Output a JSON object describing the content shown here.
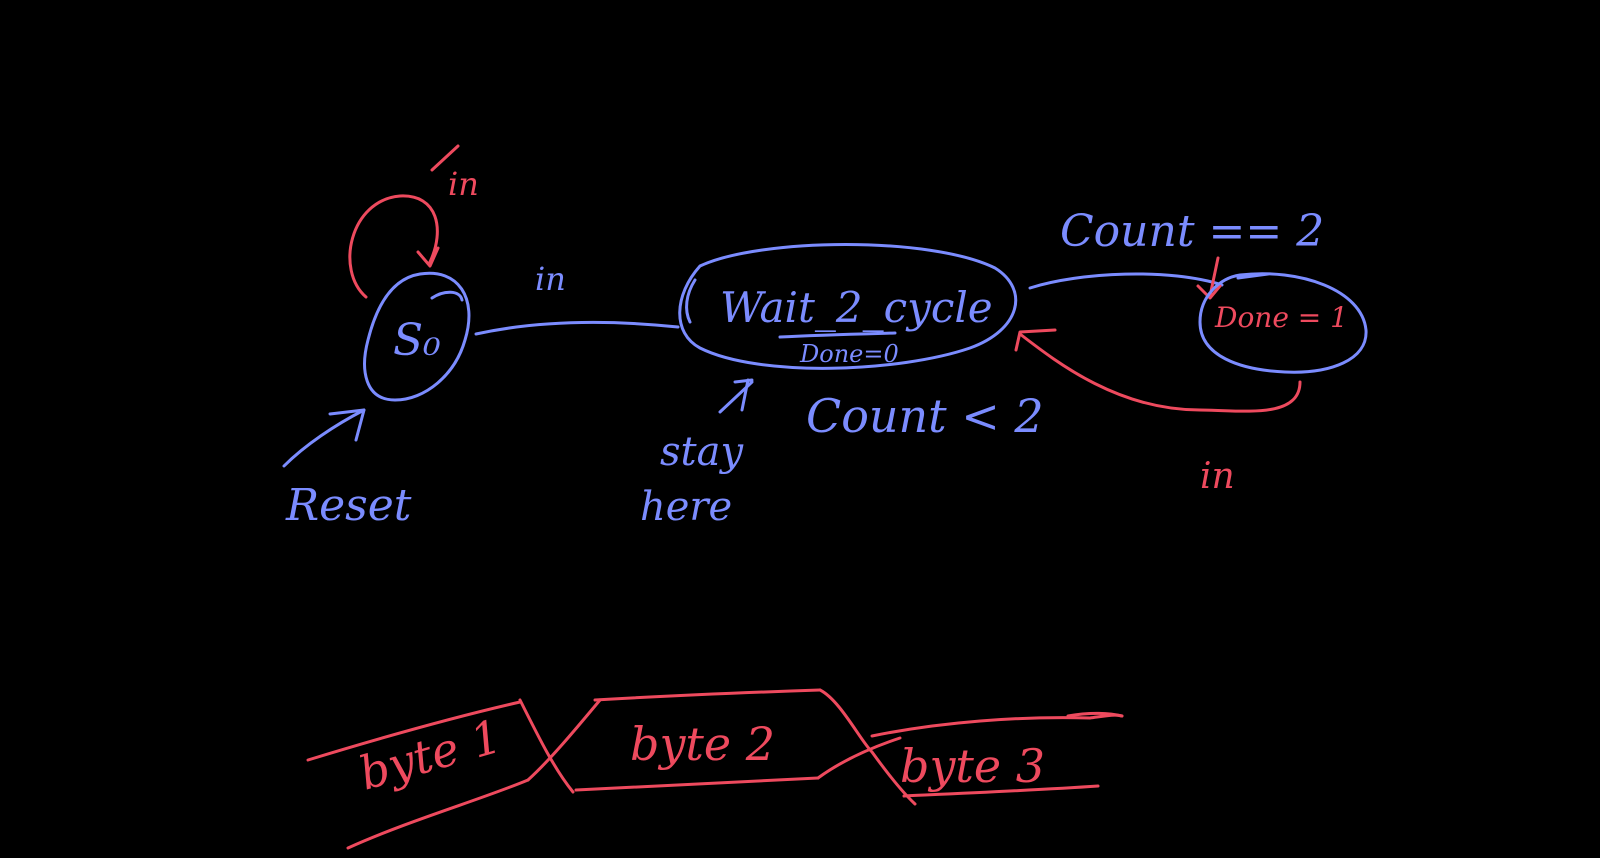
{
  "colors": {
    "background": "#000000",
    "state_ink": "#7b8cff",
    "highlight_ink": "#ee4a5e"
  },
  "states": {
    "s0": {
      "label": "S₀"
    },
    "wait": {
      "label": "Wait_2_cycle",
      "output": "Done=0"
    },
    "done": {
      "label": "Done = 1"
    }
  },
  "transitions": {
    "s0_self_loop": "in",
    "s0_to_wait": "in",
    "wait_to_done": "Count == 2",
    "wait_stay": "Count < 2",
    "done_to_wait": "in"
  },
  "annotations": {
    "reset": "Reset",
    "stay_here_line1": "stay",
    "stay_here_line2": "here"
  },
  "bytes": [
    "byte 1",
    "byte 2",
    "byte 3"
  ]
}
